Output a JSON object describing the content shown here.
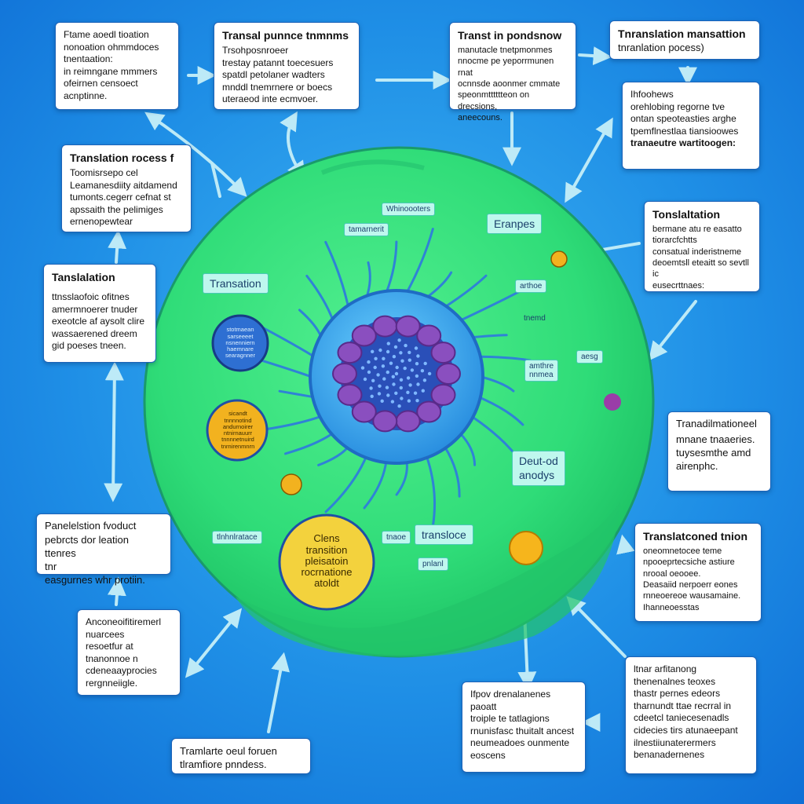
{
  "callouts": [
    {
      "id": "c1",
      "title": "",
      "lines": [
        "Ftame aoedl tioation",
        "nonoation ohmmdoces",
        "tnentaation:",
        "in reimngane mmmers",
        "ofeirnen censoect",
        "acnptinne."
      ]
    },
    {
      "id": "c2",
      "title": "Transal punnce tnmnms",
      "lines": [
        "Trsohposnroeer",
        "trestay patannt toecesuers",
        "spatdl petolaner wadters",
        "mnddl tnemrnere or boecs",
        "uteraeod inte ecmvoer."
      ]
    },
    {
      "id": "c3",
      "title": "Transt in pondsnow",
      "lines": [
        "manutacle tnetpmonmes",
        "nnocme pe yeporrmunen rnat",
        "ocnnsde aoonmer cmmate",
        "speonmtttttteon on drecsions,",
        "aneecouns."
      ]
    },
    {
      "id": "c4",
      "title": "Tnranslation mansattion",
      "lines": [
        "tnranlation pocess)"
      ]
    },
    {
      "id": "c5",
      "title": "Translation rocess f",
      "lines": [
        "Toomisrsepo cel",
        "Leamanesdiity aitdamend",
        "tumonts.cegerr cefnat st",
        "apssaith the pelimiges",
        "ernenopewtear"
      ]
    },
    {
      "id": "c6",
      "title": "",
      "lines": [
        "Ihfoohews",
        "orehlobing regorne tve",
        "ontan speoteasties arghe",
        "tpemflnestlaa tiansioowes",
        "tranaeutre wartitoogen:"
      ]
    },
    {
      "id": "c7",
      "title": "Tonslaltation",
      "lines": [
        "bermane atu re easatto",
        "tiorarcfchtts",
        "consatual inderistneme",
        "deoemtsll eteaitt so sevtll ic",
        "eusecrttnaes:"
      ]
    },
    {
      "id": "c8",
      "title": "Tanslalation",
      "lines": [
        "ttnsslaofoic ofitnes",
        "amermnoerer tnuder",
        "exeotcle af aysolt clire",
        "wassaerened dreem",
        "gid poeses tneen."
      ]
    },
    {
      "id": "c9",
      "title": "Tranadilmationeel",
      "lines": [
        "mnane tnaaeries.",
        "tuysesmthe amd",
        "airenphc."
      ]
    },
    {
      "id": "c10",
      "title": "Panelelstion fvoduct",
      "lines": [
        "pebrcts dor leation ttenres",
        "tnr",
        "easgurnes whr protiin."
      ]
    },
    {
      "id": "c11",
      "title": "Translatconed tnion",
      "lines": [
        "oneomnetocee teme",
        "npooeprtecsiche astiure",
        "nrooal oeooee.",
        "Deasaiid nerpoerr eones",
        "rnneoereoe wausamaine.",
        "Ihanneoesstas"
      ]
    },
    {
      "id": "c12",
      "title": "",
      "lines": [
        "Anconeoifitiremerl",
        "nuarcees",
        "resoetfur at",
        "tnanonnoe n",
        "cdeneaayprocies",
        "rergnneiigle."
      ]
    },
    {
      "id": "c13",
      "title": "",
      "lines": [
        "ltnar arfitanong",
        "thenenalnes teoxes",
        "thastr pernes edeors",
        "tharnundt ttae recrral in",
        "cdeetcl taniecesenadls",
        "cidecies tirs atunaeepant",
        "ilnestiiunaterermers",
        "benanadernenes"
      ]
    },
    {
      "id": "c14",
      "title": "",
      "lines": [
        "Ifpov drenalanenes",
        "paoatt",
        "troiple te tatlagions",
        "rnunisfasc thuitalt ancest",
        "neumeadoes ounmente",
        "eoscens"
      ]
    },
    {
      "id": "c15",
      "title": "Tramlarte oeul foruen",
      "lines": [
        "tlramfiore pnndess."
      ]
    }
  ],
  "tags": {
    "t1": "Whinoooters",
    "t2": "tamarnerit",
    "t3": "Eranpes",
    "t4": "Transation",
    "t5": "arthoe",
    "t6": "tnemd",
    "t7": "amthre",
    "t7b": "nnmea",
    "t8": "aesg",
    "t9": "Deut-od\nanodys",
    "t10": "tlnhnlratace",
    "t11": "tnaoe",
    "t12": "transloce",
    "t13": "pnlanl"
  },
  "circles": {
    "blue": "stotmaean\nsarseeeet\nnsnenniern\nhaemnare\nsearagnner",
    "orange": "sicandt\ntnnnnotind\nandurnoirer\nntnirnauurr\ntnnnnetnuird\ntnrnirenmnrn",
    "yellow": "Clens\ntransition\npleisatoin\nrocrnatione\natoldt"
  },
  "colors": {
    "background": "#1f8fe6",
    "cell": "#2ee07a",
    "nucleus": "#3fa9f0",
    "chromatin": "#8a4fbf",
    "callout_border": "#1d63b8",
    "tag_fill": "#bff7ee",
    "arrow": "#bdeaf7"
  }
}
